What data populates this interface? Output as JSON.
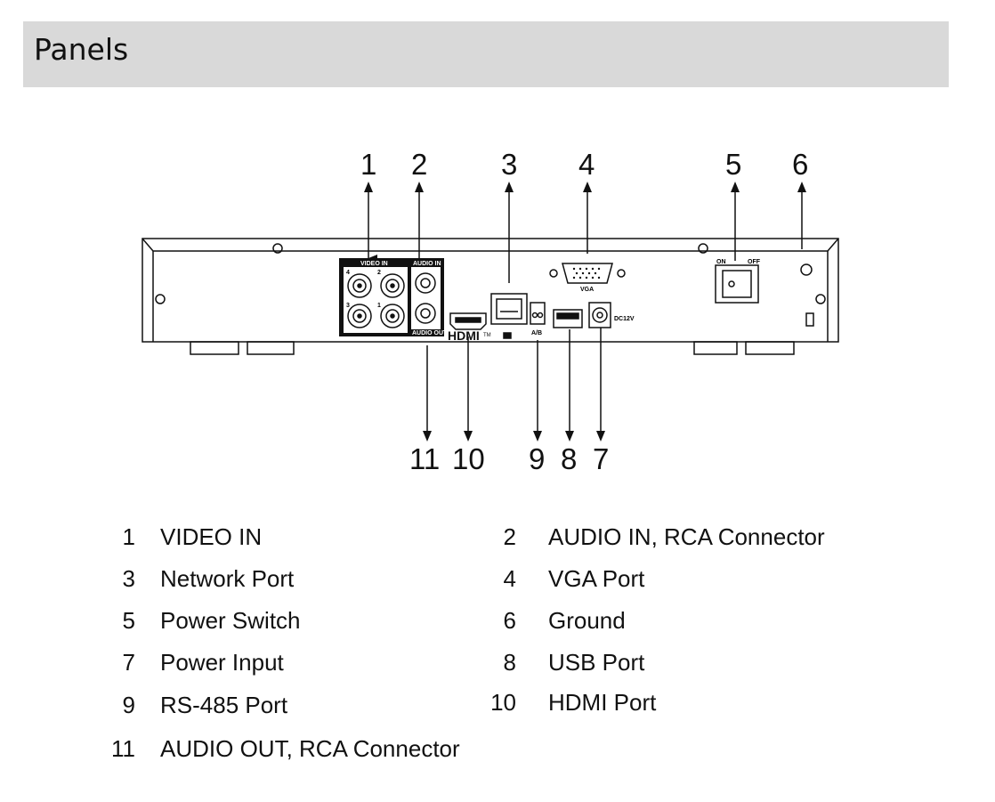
{
  "header": {
    "title": "Panels"
  },
  "panel_labels": {
    "video_in": "VIDEO IN",
    "audio_in": "AUDIO IN",
    "audio_out": "AUDIO OUT",
    "hdmi_logo": "HDMI",
    "tm": "TM",
    "vga": "VGA",
    "on": "ON",
    "off": "OFF",
    "ab": "A/B",
    "dc": "DC12V",
    "ch4": "4",
    "ch2": "2",
    "ch3": "3",
    "ch1": "1"
  },
  "callouts": {
    "c1": "1",
    "c2": "2",
    "c3": "3",
    "c4": "4",
    "c5": "5",
    "c6": "6",
    "c11": "11",
    "c10": "10",
    "c9": "9",
    "c8": "8",
    "c7": "7"
  },
  "legend": [
    {
      "num": "1",
      "text": "VIDEO IN"
    },
    {
      "num": "2",
      "text": "AUDIO IN, RCA Connector"
    },
    {
      "num": "3",
      "text": "Network Port"
    },
    {
      "num": "4",
      "text": "VGA Port"
    },
    {
      "num": "5",
      "text": "Power Switch"
    },
    {
      "num": "6",
      "text": "Ground"
    },
    {
      "num": "7",
      "text": "Power Input"
    },
    {
      "num": "8",
      "text": "USB Port"
    },
    {
      "num": "9",
      "text": "RS-485 Port"
    },
    {
      "num": "10",
      "text": "HDMI Port"
    },
    {
      "num": "11",
      "text": "AUDIO OUT, RCA Connector"
    }
  ]
}
